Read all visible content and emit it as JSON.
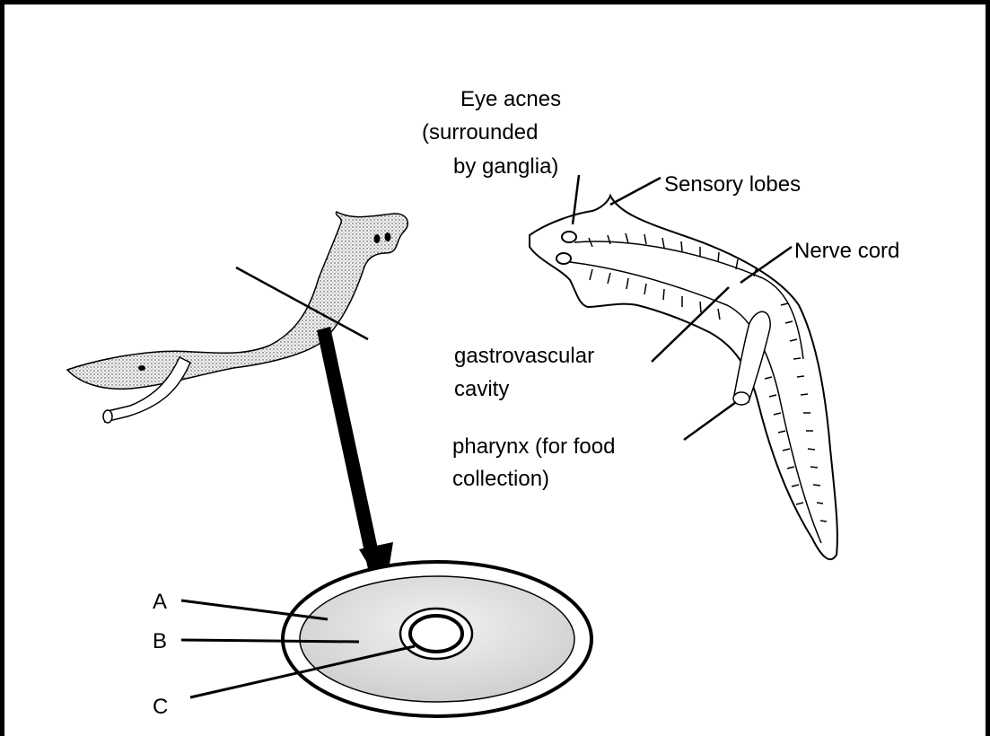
{
  "labels": {
    "eye_line1": "Eye acnes",
    "eye_line2": "(surrounded",
    "eye_line3": "by ganglia)",
    "sensory": "Sensory lobes",
    "nerve": "Nerve cord",
    "gastro_line1": "gastrovascular",
    "gastro_line2": "cavity",
    "pharynx_line1": "pharynx (for food",
    "pharynx_line2": "collection)",
    "a": "A",
    "b": "B",
    "c": "C"
  },
  "colors": {
    "outline": "#000000",
    "body_stipple": "#dcdcdc",
    "cross_section_fill": "#d9d9d9"
  },
  "icons": [
    "flatworm-whole",
    "flatworm-anatomy",
    "cross-section-ellipse",
    "pointer-arrow"
  ]
}
